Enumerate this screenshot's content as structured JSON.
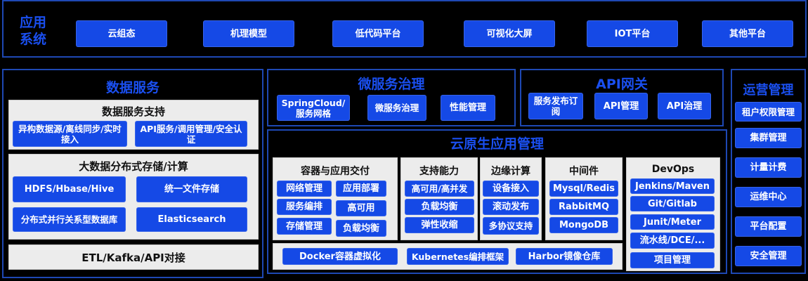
{
  "app_system": {
    "title_line1": "应用",
    "title_line2": "系统",
    "items": [
      "云组态",
      "机理模型",
      "低代码平台",
      "可视化大屏",
      "IOT平台",
      "其他平台"
    ]
  },
  "data_services": {
    "title": "数据服务",
    "support": {
      "title": "数据服务支持",
      "items": [
        "异构数据源/离线同步/实时接入",
        "API服务/调用管理/安全认证"
      ]
    },
    "bigdata": {
      "title": "大数据分布式存储/计算",
      "items": [
        "HDFS/Hbase/Hive",
        "统一文件存储",
        "分布式并行关系型数据库",
        "Elasticsearch"
      ]
    },
    "etl": "ETL/Kafka/API对接"
  },
  "microservice": {
    "title": "微服务治理",
    "items": [
      "SpringCloud/服务网格",
      "微服务治理",
      "性能管理"
    ]
  },
  "api_gateway": {
    "title": "API网关",
    "items": [
      "服务发布订阅",
      "API管理",
      "API治理"
    ]
  },
  "cloud_native": {
    "title": "云原生应用管理",
    "container": {
      "title": "容器与应用交付",
      "items": [
        "网络管理",
        "应用部署",
        "服务编排",
        "高可用",
        "存储管理",
        "负载均衡"
      ]
    },
    "support": {
      "title": "支持能力",
      "items": [
        "高可用/高并发",
        "负载均衡",
        "弹性收缩"
      ]
    },
    "edge": {
      "title": "边缘计算",
      "items": [
        "设备接入",
        "滚动发布",
        "多协议支持"
      ]
    },
    "middleware": {
      "title": "中间件",
      "items": [
        "Mysql/Redis",
        "RabbitMQ",
        "MongoDB"
      ]
    },
    "devops": {
      "title": "DevOps",
      "items": [
        "Jenkins/Maven",
        "Git/Gitlab",
        "Junit/Meter",
        "流水线/DCE/...",
        "项目管理"
      ]
    },
    "bottom": [
      "Docker容器虚拟化",
      "Kubernetes编排框架",
      "Harbor镜像仓库"
    ]
  },
  "operations": {
    "title": "运营管理",
    "items": [
      "租户权限管理",
      "集群管理",
      "计量计费",
      "运维中心",
      "平台配置",
      "安全管理"
    ]
  }
}
